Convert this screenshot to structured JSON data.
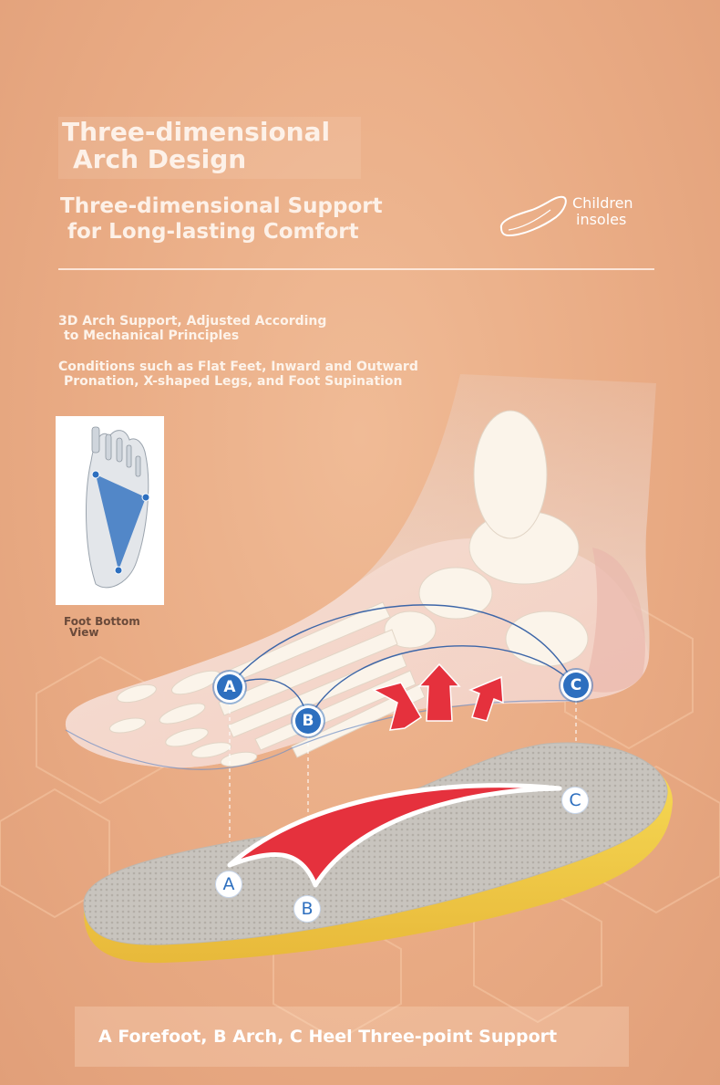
{
  "header": {
    "title_line1": "Three-dimensional",
    "title_line2": "Arch Design",
    "subtitle_line1": "Three-dimensional Support",
    "subtitle_line2": "for Long-lasting Comfort"
  },
  "badge": {
    "icon": "insole-outline-icon",
    "line1": "Children",
    "line2": "insoles"
  },
  "features": [
    {
      "line1": "3D Arch Support, Adjusted According",
      "line2": "to Mechanical Principles"
    },
    {
      "line1": "Conditions such as Flat Feet, Inward and Outward",
      "line2": "Pronation, X-shaped Legs, and Foot Supination"
    }
  ],
  "thumbnail": {
    "caption_line1": "Foot Bottom",
    "caption_line2": "View"
  },
  "points": {
    "a": "A",
    "b": "B",
    "c": "C"
  },
  "footer": {
    "text": "A Forefoot, B Arch, C Heel Three-point Support"
  },
  "colors": {
    "background": "#e9ab84",
    "point_blue": "#2d6fbf",
    "arrow_red": "#e5313d",
    "insole_yellow": "#f2d34a",
    "insole_gray": "#c7c3bd"
  }
}
